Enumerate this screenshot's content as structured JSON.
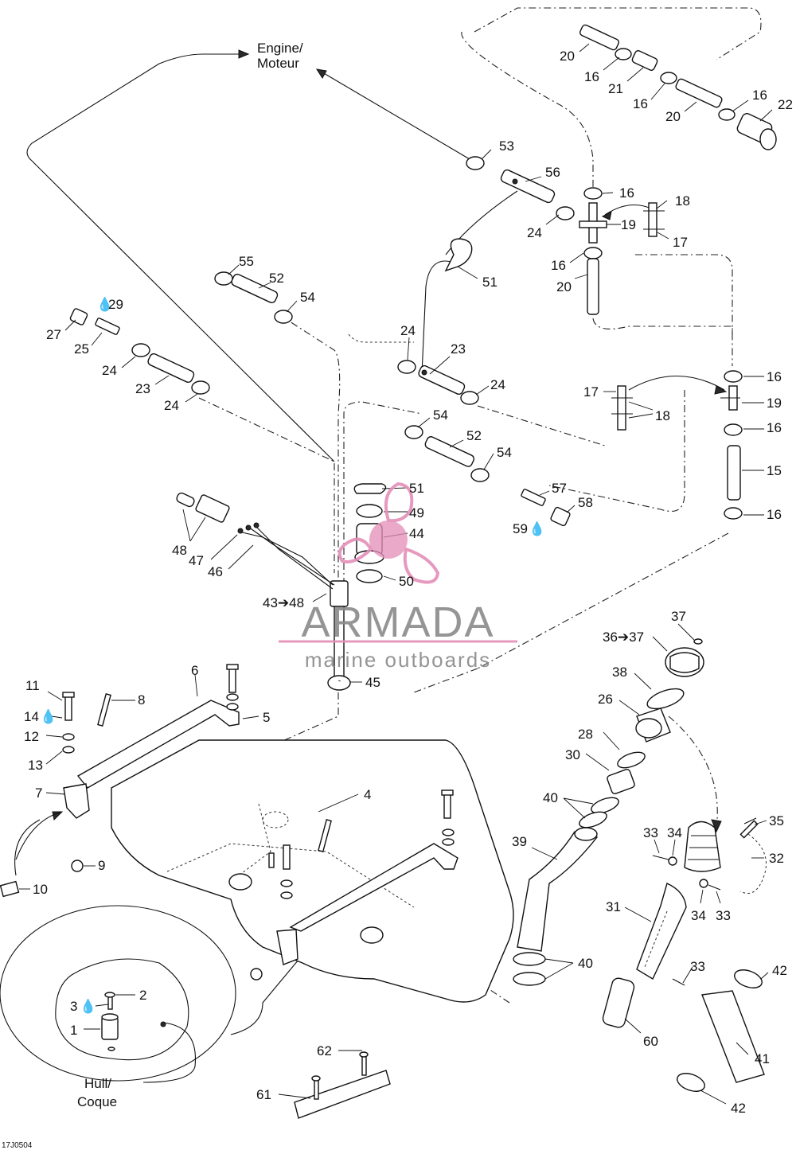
{
  "diagram": {
    "engine_label_1": "Engine/",
    "engine_label_2": "Moteur",
    "hull_label_1": "Hull/",
    "hull_label_2": "Coque",
    "drawing_code": "17J0504",
    "callouts": {
      "c53": "53",
      "c56": "56",
      "c20a": "20",
      "c16a": "16",
      "c21": "21",
      "c16b": "16",
      "c20b": "20",
      "c16c": "16",
      "c22": "22",
      "c16d": "16",
      "c18a": "18",
      "c24a": "24",
      "c19a": "19",
      "c17a": "17",
      "c16e": "16",
      "c20c": "20",
      "c51a": "51",
      "c55": "55",
      "c52a": "52",
      "c54a": "54",
      "c29": "29",
      "c27": "27",
      "c25": "25",
      "c24b": "24",
      "c23a": "23",
      "c24c": "24",
      "c24d": "24",
      "c23b": "23",
      "c24e": "24",
      "c16f": "16",
      "c17b": "17",
      "c19b": "19",
      "c18b": "18",
      "c16g": "16",
      "c54b": "54",
      "c52b": "52",
      "c54c": "54",
      "c15": "15",
      "c16h": "16",
      "c57": "57",
      "c58": "58",
      "c59": "59",
      "c51b": "51",
      "c49": "49",
      "c44": "44",
      "c50": "50",
      "c48a": "48",
      "c47": "47",
      "c46": "46",
      "c4348": "43➔48",
      "c37": "37",
      "c3637": "36➔37",
      "c38": "38",
      "c26": "26",
      "c28": "28",
      "c30": "30",
      "c40a": "40",
      "c35": "35",
      "c45": "45",
      "c11": "11",
      "c6": "6",
      "c8": "8",
      "c5": "5",
      "c14": "14",
      "c12": "12",
      "c13": "13",
      "c7": "7",
      "c4": "4",
      "c33a": "33",
      "c34a": "34",
      "c32": "32",
      "c39": "39",
      "c9": "9",
      "c10": "10",
      "c31": "31",
      "c34b": "34",
      "c33b": "33",
      "c33c": "33",
      "c40b": "40",
      "c42a": "42",
      "c2": "2",
      "c3": "3",
      "c1": "1",
      "c60": "60",
      "c41": "41",
      "c62": "62",
      "c61": "61",
      "c42b": "42"
    }
  },
  "watermark": {
    "brand": "ARMADA",
    "tagline": "marine outboards",
    "accent_color": "#e48fb8",
    "text_color": "#8a8a8a"
  }
}
